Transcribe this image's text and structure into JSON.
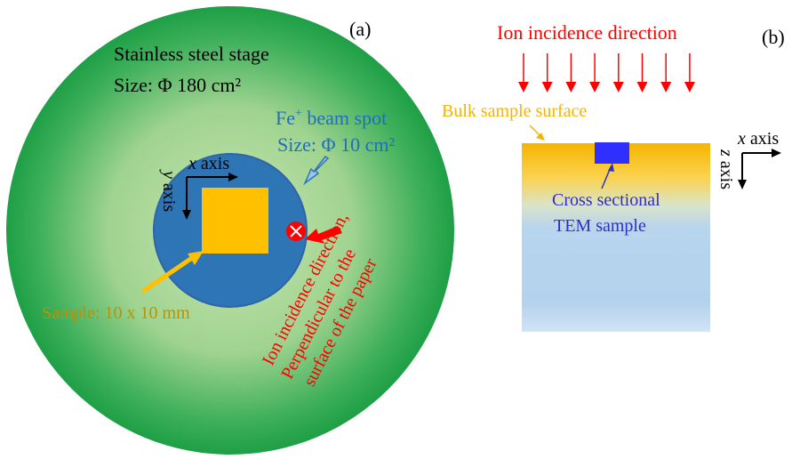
{
  "panel_a": {
    "label": "(a)",
    "stage_title": "Stainless steel stage",
    "stage_size": "Size: Φ 180 cm²",
    "beam_title_prefix": "Fe",
    "beam_title_sup": "+",
    "beam_title_suffix": " beam spot",
    "beam_size": "Size: Φ 10 cm²",
    "x_axis_var": "x",
    "x_axis_word": " axis",
    "y_axis_var": "y",
    "y_axis_word": " axis",
    "sample_label": "Sample: 10 x 10 mm",
    "ion_line1": "Ion incidence direction,",
    "ion_line2": "Perpendicular to the",
    "ion_line3": "surface of the paper",
    "colors": {
      "stage_green": "#1e9f46",
      "beam_blue": "#2e75b6",
      "sample_orange": "#ffc000",
      "ion_red": "#ff0000",
      "label_gold": "#bf9000"
    }
  },
  "panel_b": {
    "label": "(b)",
    "ion_title": "Ion incidence direction",
    "surface_label": "Bulk sample surface",
    "tem_line1": "Cross sectional",
    "tem_line2": "TEM sample",
    "x_axis_var": "x",
    "x_axis_word": " axis",
    "z_axis_var": "z",
    "z_axis_word": " axis",
    "arrow_count": 8,
    "colors": {
      "surface_gold": "#f5b400",
      "bulk_blue": "#b4d2ee",
      "tem_blue": "#2f2fff",
      "tem_text": "#2f2fc8",
      "arrow_red": "#ff0000"
    }
  }
}
